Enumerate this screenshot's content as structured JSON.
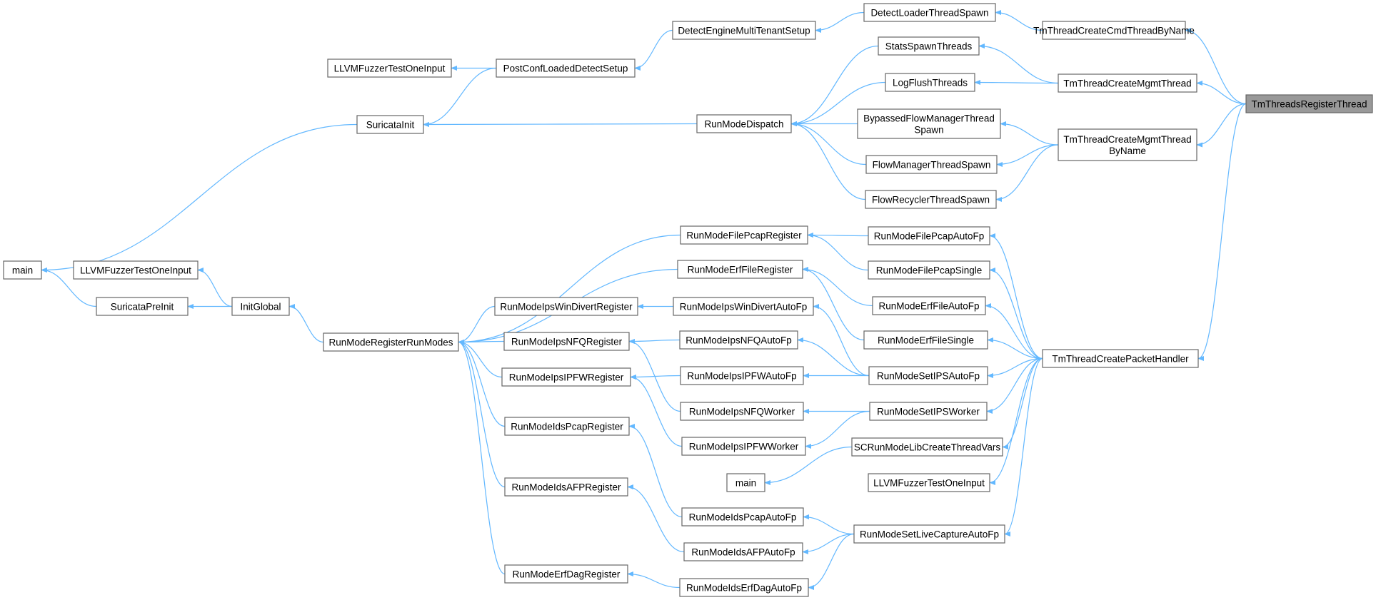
{
  "diagram": {
    "type": "call-graph",
    "colors": {
      "edge": "#63b8ff",
      "node_border": "#666666",
      "root_fill": "#999999",
      "node_fill": "#ffffff"
    },
    "root": "TmThreadsRegisterThread",
    "nodes": [
      {
        "id": "root",
        "lines": [
          "TmThreadsRegisterThread"
        ],
        "root": true
      },
      {
        "id": "cmdByName",
        "lines": [
          "TmThreadCreateCmdThreadByName"
        ]
      },
      {
        "id": "mgmt",
        "lines": [
          "TmThreadCreateMgmtThread"
        ]
      },
      {
        "id": "mgmtByName",
        "lines": [
          "TmThreadCreateMgmtThread",
          "ByName"
        ]
      },
      {
        "id": "pktHandler",
        "lines": [
          "TmThreadCreatePacketHandler"
        ]
      },
      {
        "id": "detectLoader",
        "lines": [
          "DetectLoaderThreadSpawn"
        ]
      },
      {
        "id": "detectMulti",
        "lines": [
          "DetectEngineMultiTenantSetup"
        ]
      },
      {
        "id": "postConf",
        "lines": [
          "PostConfLoadedDetectSetup"
        ]
      },
      {
        "id": "fuzz1",
        "lines": [
          "LLVMFuzzerTestOneInput"
        ]
      },
      {
        "id": "suricataInit",
        "lines": [
          "SuricataInit"
        ]
      },
      {
        "id": "main1",
        "lines": [
          "main"
        ]
      },
      {
        "id": "stats",
        "lines": [
          "StatsSpawnThreads"
        ]
      },
      {
        "id": "logFlush",
        "lines": [
          "LogFlushThreads"
        ]
      },
      {
        "id": "runModeDispatch",
        "lines": [
          "RunModeDispatch"
        ]
      },
      {
        "id": "bypassed",
        "lines": [
          "BypassedFlowManagerThread",
          "Spawn"
        ]
      },
      {
        "id": "flowMgr",
        "lines": [
          "FlowManagerThreadSpawn"
        ]
      },
      {
        "id": "flowRecycler",
        "lines": [
          "FlowRecyclerThreadSpawn"
        ]
      },
      {
        "id": "filePcapAuto",
        "lines": [
          "RunModeFilePcapAutoFp"
        ]
      },
      {
        "id": "filePcapSingle",
        "lines": [
          "RunModeFilePcapSingle"
        ]
      },
      {
        "id": "erfFileAuto",
        "lines": [
          "RunModeErfFileAutoFp"
        ]
      },
      {
        "id": "erfFileSingle",
        "lines": [
          "RunModeErfFileSingle"
        ]
      },
      {
        "id": "setIPSAuto",
        "lines": [
          "RunModeSetIPSAutoFp"
        ]
      },
      {
        "id": "setIPSWorker",
        "lines": [
          "RunModeSetIPSWorker"
        ]
      },
      {
        "id": "scLib",
        "lines": [
          "SCRunModeLibCreateThreadVars"
        ]
      },
      {
        "id": "main2",
        "lines": [
          "main"
        ]
      },
      {
        "id": "fuzz3",
        "lines": [
          "LLVMFuzzerTestOneInput"
        ]
      },
      {
        "id": "liveCapture",
        "lines": [
          "RunModeSetLiveCaptureAutoFp"
        ]
      },
      {
        "id": "filePcapReg",
        "lines": [
          "RunModeFilePcapRegister"
        ]
      },
      {
        "id": "erfFileReg",
        "lines": [
          "RunModeErfFileRegister"
        ]
      },
      {
        "id": "winDivertReg",
        "lines": [
          "RunModeIpsWinDivertRegister"
        ]
      },
      {
        "id": "winDivertAuto",
        "lines": [
          "RunModeIpsWinDivertAutoFp"
        ]
      },
      {
        "id": "nfqReg",
        "lines": [
          "RunModeIpsNFQRegister"
        ]
      },
      {
        "id": "nfqAuto",
        "lines": [
          "RunModeIpsNFQAutoFp"
        ]
      },
      {
        "id": "ipfwReg",
        "lines": [
          "RunModeIpsIPFWRegister"
        ]
      },
      {
        "id": "ipfwAuto",
        "lines": [
          "RunModeIpsIPFWAutoFp"
        ]
      },
      {
        "id": "nfqWorker",
        "lines": [
          "RunModeIpsNFQWorker"
        ]
      },
      {
        "id": "ipfwWorker",
        "lines": [
          "RunModeIpsIPFWWorker"
        ]
      },
      {
        "id": "idsPcapReg",
        "lines": [
          "RunModeIdsPcapRegister"
        ]
      },
      {
        "id": "idsPcapAuto",
        "lines": [
          "RunModeIdsPcapAutoFp"
        ]
      },
      {
        "id": "afpReg",
        "lines": [
          "RunModeIdsAFPRegister"
        ]
      },
      {
        "id": "afpAuto",
        "lines": [
          "RunModeIdsAFPAutoFp"
        ]
      },
      {
        "id": "erfDagReg",
        "lines": [
          "RunModeErfDagRegister"
        ]
      },
      {
        "id": "erfDagAuto",
        "lines": [
          "RunModeIdsErfDagAutoFp"
        ]
      },
      {
        "id": "registerRunModes",
        "lines": [
          "RunModeRegisterRunModes"
        ]
      },
      {
        "id": "initGlobal",
        "lines": [
          "InitGlobal"
        ]
      },
      {
        "id": "preInit",
        "lines": [
          "SuricataPreInit"
        ]
      },
      {
        "id": "fuzz2",
        "lines": [
          "LLVMFuzzerTestOneInput"
        ]
      },
      {
        "id": "main3",
        "lines": [
          "main"
        ]
      }
    ],
    "edges": [
      [
        "cmdByName",
        "root"
      ],
      [
        "mgmt",
        "root"
      ],
      [
        "mgmtByName",
        "root"
      ],
      [
        "pktHandler",
        "root"
      ],
      [
        "detectLoader",
        "cmdByName"
      ],
      [
        "detectMulti",
        "detectLoader"
      ],
      [
        "postConf",
        "detectMulti"
      ],
      [
        "fuzz1",
        "postConf"
      ],
      [
        "suricataInit",
        "postConf"
      ],
      [
        "main1",
        "suricataInit"
      ],
      [
        "stats",
        "mgmt"
      ],
      [
        "logFlush",
        "mgmt"
      ],
      [
        "bypassed",
        "mgmtByName"
      ],
      [
        "flowMgr",
        "mgmtByName"
      ],
      [
        "flowRecycler",
        "mgmtByName"
      ],
      [
        "suricataInit",
        "runModeDispatch"
      ],
      [
        "runModeDispatch",
        "stats"
      ],
      [
        "runModeDispatch",
        "logFlush"
      ],
      [
        "runModeDispatch",
        "bypassed"
      ],
      [
        "runModeDispatch",
        "flowMgr"
      ],
      [
        "runModeDispatch",
        "flowRecycler"
      ],
      [
        "filePcapAuto",
        "pktHandler"
      ],
      [
        "filePcapSingle",
        "pktHandler"
      ],
      [
        "erfFileAuto",
        "pktHandler"
      ],
      [
        "erfFileSingle",
        "pktHandler"
      ],
      [
        "setIPSAuto",
        "pktHandler"
      ],
      [
        "setIPSWorker",
        "pktHandler"
      ],
      [
        "scLib",
        "pktHandler"
      ],
      [
        "fuzz3",
        "pktHandler"
      ],
      [
        "liveCapture",
        "pktHandler"
      ],
      [
        "main2",
        "scLib"
      ],
      [
        "filePcapReg",
        "filePcapAuto"
      ],
      [
        "filePcapReg",
        "filePcapSingle"
      ],
      [
        "erfFileReg",
        "erfFileAuto"
      ],
      [
        "erfFileReg",
        "erfFileSingle"
      ],
      [
        "winDivertReg",
        "winDivertAuto"
      ],
      [
        "winDivertAuto",
        "setIPSAuto"
      ],
      [
        "nfqReg",
        "nfqAuto"
      ],
      [
        "nfqAuto",
        "setIPSAuto"
      ],
      [
        "nfqReg",
        "nfqWorker"
      ],
      [
        "ipfwReg",
        "ipfwAuto"
      ],
      [
        "ipfwAuto",
        "setIPSAuto"
      ],
      [
        "ipfwReg",
        "ipfwWorker"
      ],
      [
        "nfqWorker",
        "setIPSWorker"
      ],
      [
        "ipfwWorker",
        "setIPSWorker"
      ],
      [
        "idsPcapReg",
        "idsPcapAuto"
      ],
      [
        "idsPcapAuto",
        "liveCapture"
      ],
      [
        "afpReg",
        "afpAuto"
      ],
      [
        "afpAuto",
        "liveCapture"
      ],
      [
        "erfDagReg",
        "erfDagAuto"
      ],
      [
        "erfDagAuto",
        "liveCapture"
      ],
      [
        "registerRunModes",
        "filePcapReg"
      ],
      [
        "registerRunModes",
        "erfFileReg"
      ],
      [
        "registerRunModes",
        "winDivertReg"
      ],
      [
        "registerRunModes",
        "nfqReg"
      ],
      [
        "registerRunModes",
        "ipfwReg"
      ],
      [
        "registerRunModes",
        "idsPcapReg"
      ],
      [
        "registerRunModes",
        "afpReg"
      ],
      [
        "registerRunModes",
        "erfDagReg"
      ],
      [
        "initGlobal",
        "registerRunModes"
      ],
      [
        "preInit",
        "initGlobal"
      ],
      [
        "fuzz2",
        "initGlobal"
      ],
      [
        "main3",
        "preInit"
      ]
    ]
  }
}
